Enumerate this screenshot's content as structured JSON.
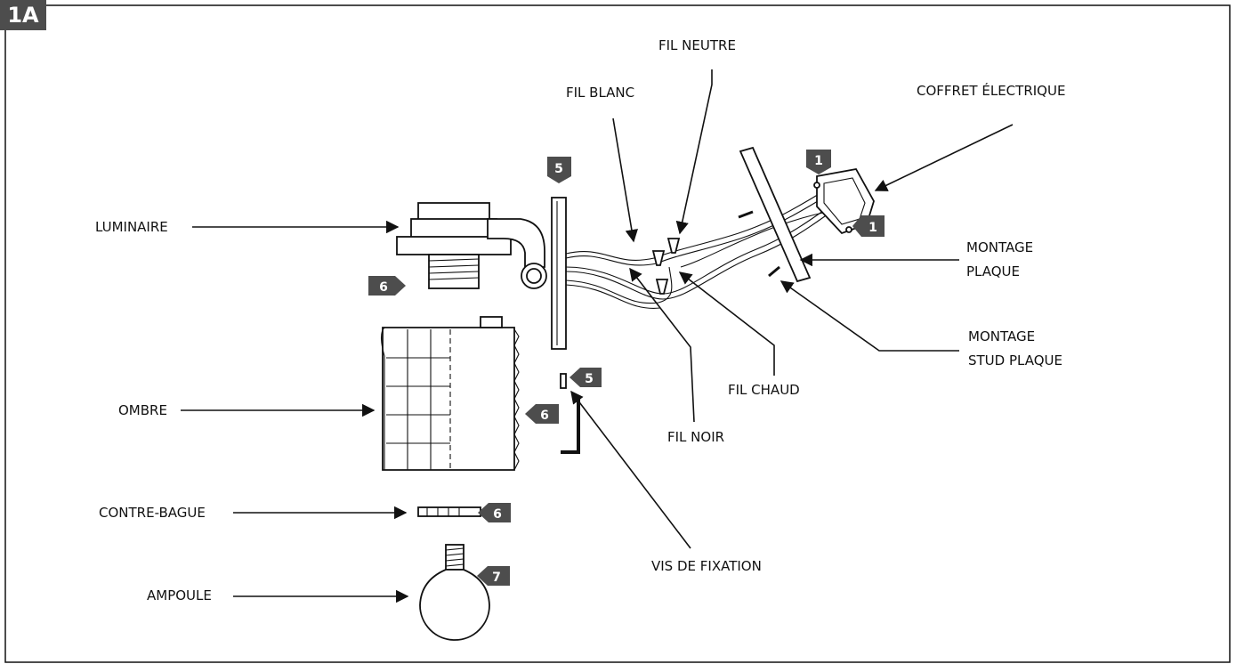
{
  "figure": {
    "tag": "1A",
    "colors": {
      "badge": "#4d4d4d",
      "line": "#111111",
      "background": "#ffffff"
    }
  },
  "labels": {
    "luminaire": "LUMINAIRE",
    "ombre": "OMBRE",
    "contre_bague": "CONTRE-BAGUE",
    "ampoule": "AMPOULE",
    "fil_blanc": "FIL BLANC",
    "fil_neutre": "FIL NEUTRE",
    "coffret": "COFFRET ÉLECTRIQUE",
    "montage_plaque_1": "MONTAGE",
    "montage_plaque_2": "PLAQUE",
    "montage_stud_1": "MONTAGE",
    "montage_stud_2": "STUD PLAQUE",
    "fil_chaud": "FIL CHAUD",
    "fil_noir": "FIL NOIR",
    "vis": "VIS DE FIXATION"
  },
  "steps": {
    "s1a": "1",
    "s1b": "1",
    "s5a": "5",
    "s5b": "5",
    "s6a": "6",
    "s6b": "6",
    "s6c": "6",
    "s7": "7"
  }
}
